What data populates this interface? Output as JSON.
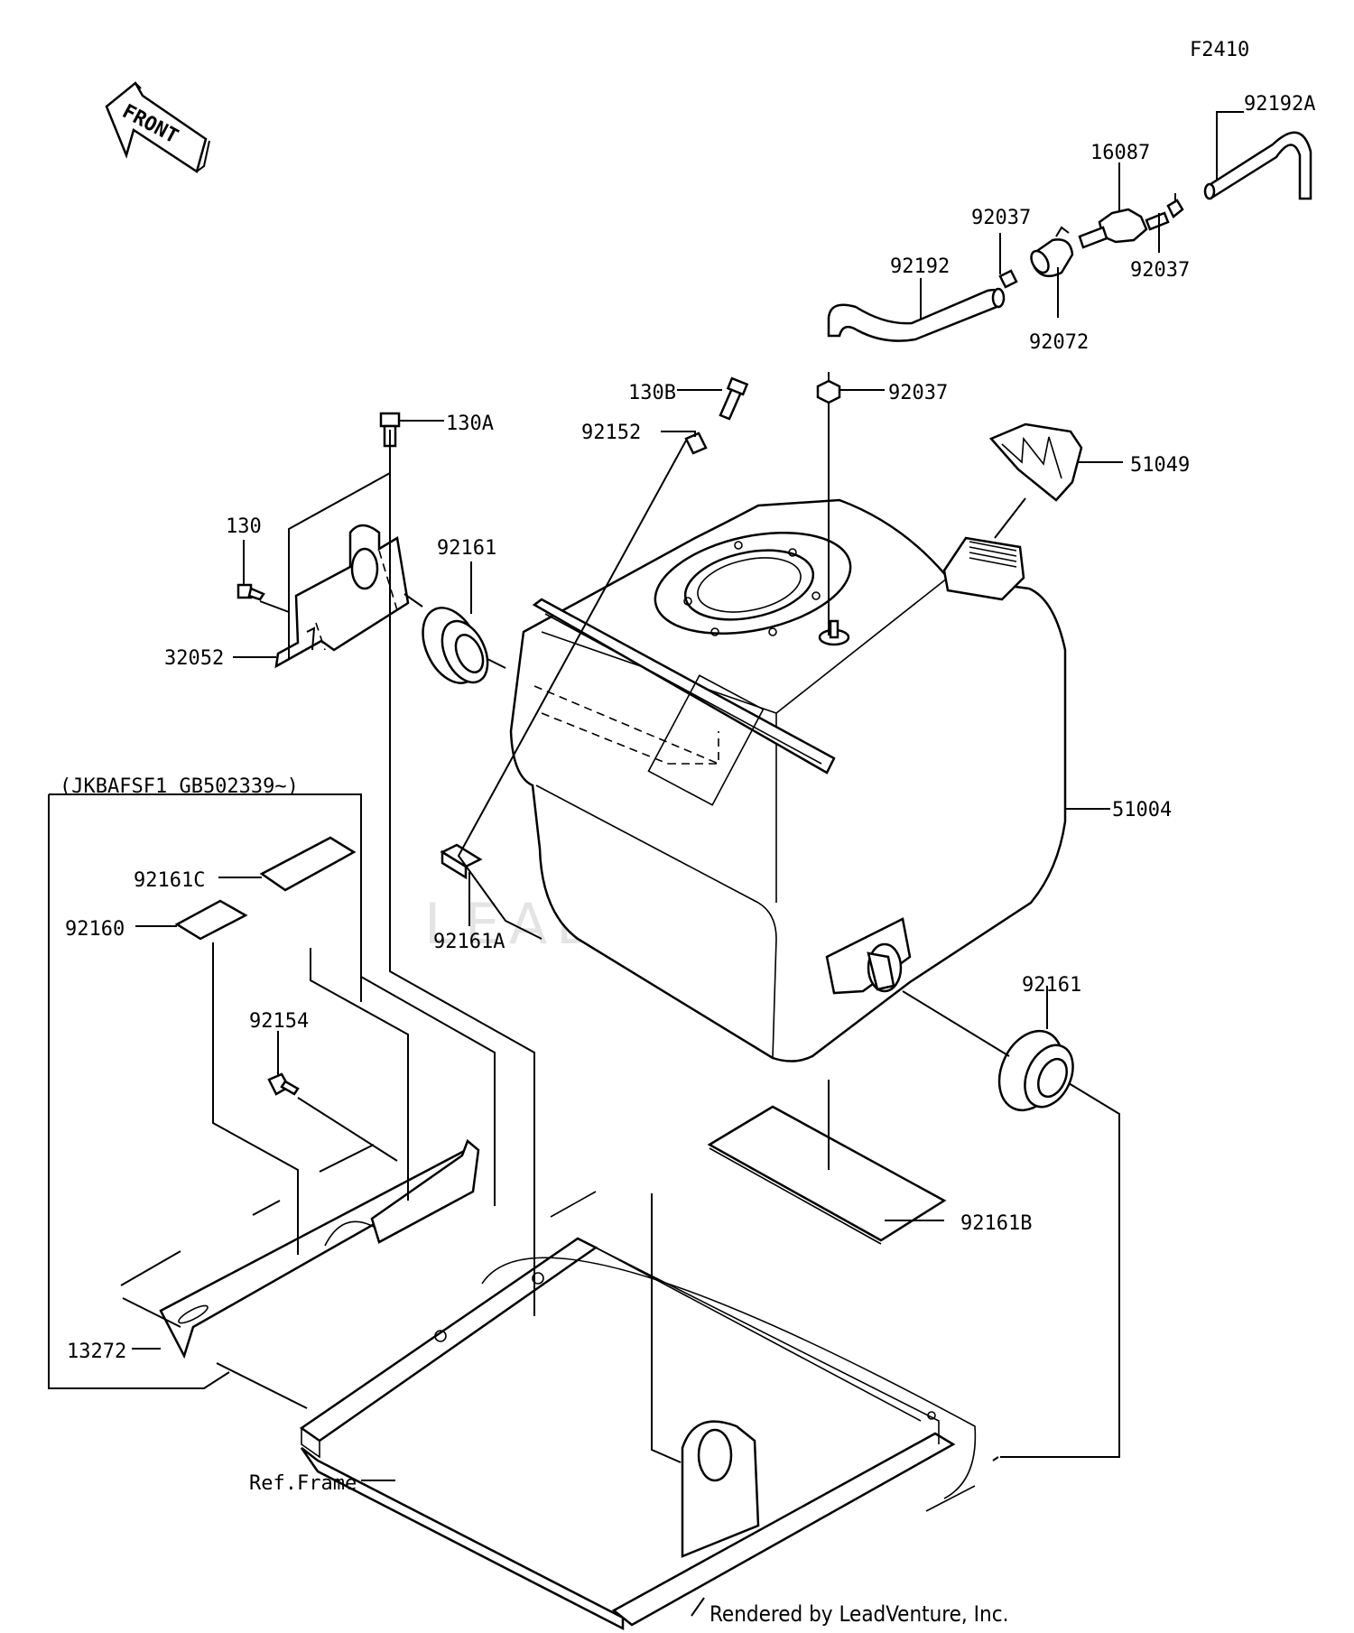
{
  "figure_id": "F2410",
  "front_arrow_label": "FRONT",
  "variant_box_label": "(JKBAFSF1 GB502339~)",
  "credit": "Rendered by LeadVenture, Inc.",
  "watermark": "LEADVENTURE",
  "parts": {
    "p92192A": "92192A",
    "p16087": "16087",
    "p92037_a": "92037",
    "p92037_b": "92037",
    "p92037_c": "92037",
    "p92192": "92192",
    "p92072": "92072",
    "p130B": "130B",
    "p92152": "92152",
    "p130A": "130A",
    "p51049": "51049",
    "p130": "130",
    "p92161_a": "92161",
    "p32052": "32052",
    "p51004": "51004",
    "p92161C": "92161C",
    "p92160": "92160",
    "p92161A": "92161A",
    "p92161_b": "92161",
    "p92154": "92154",
    "p92161B": "92161B",
    "p13272": "13272",
    "ref_frame": "Ref.Frame"
  }
}
